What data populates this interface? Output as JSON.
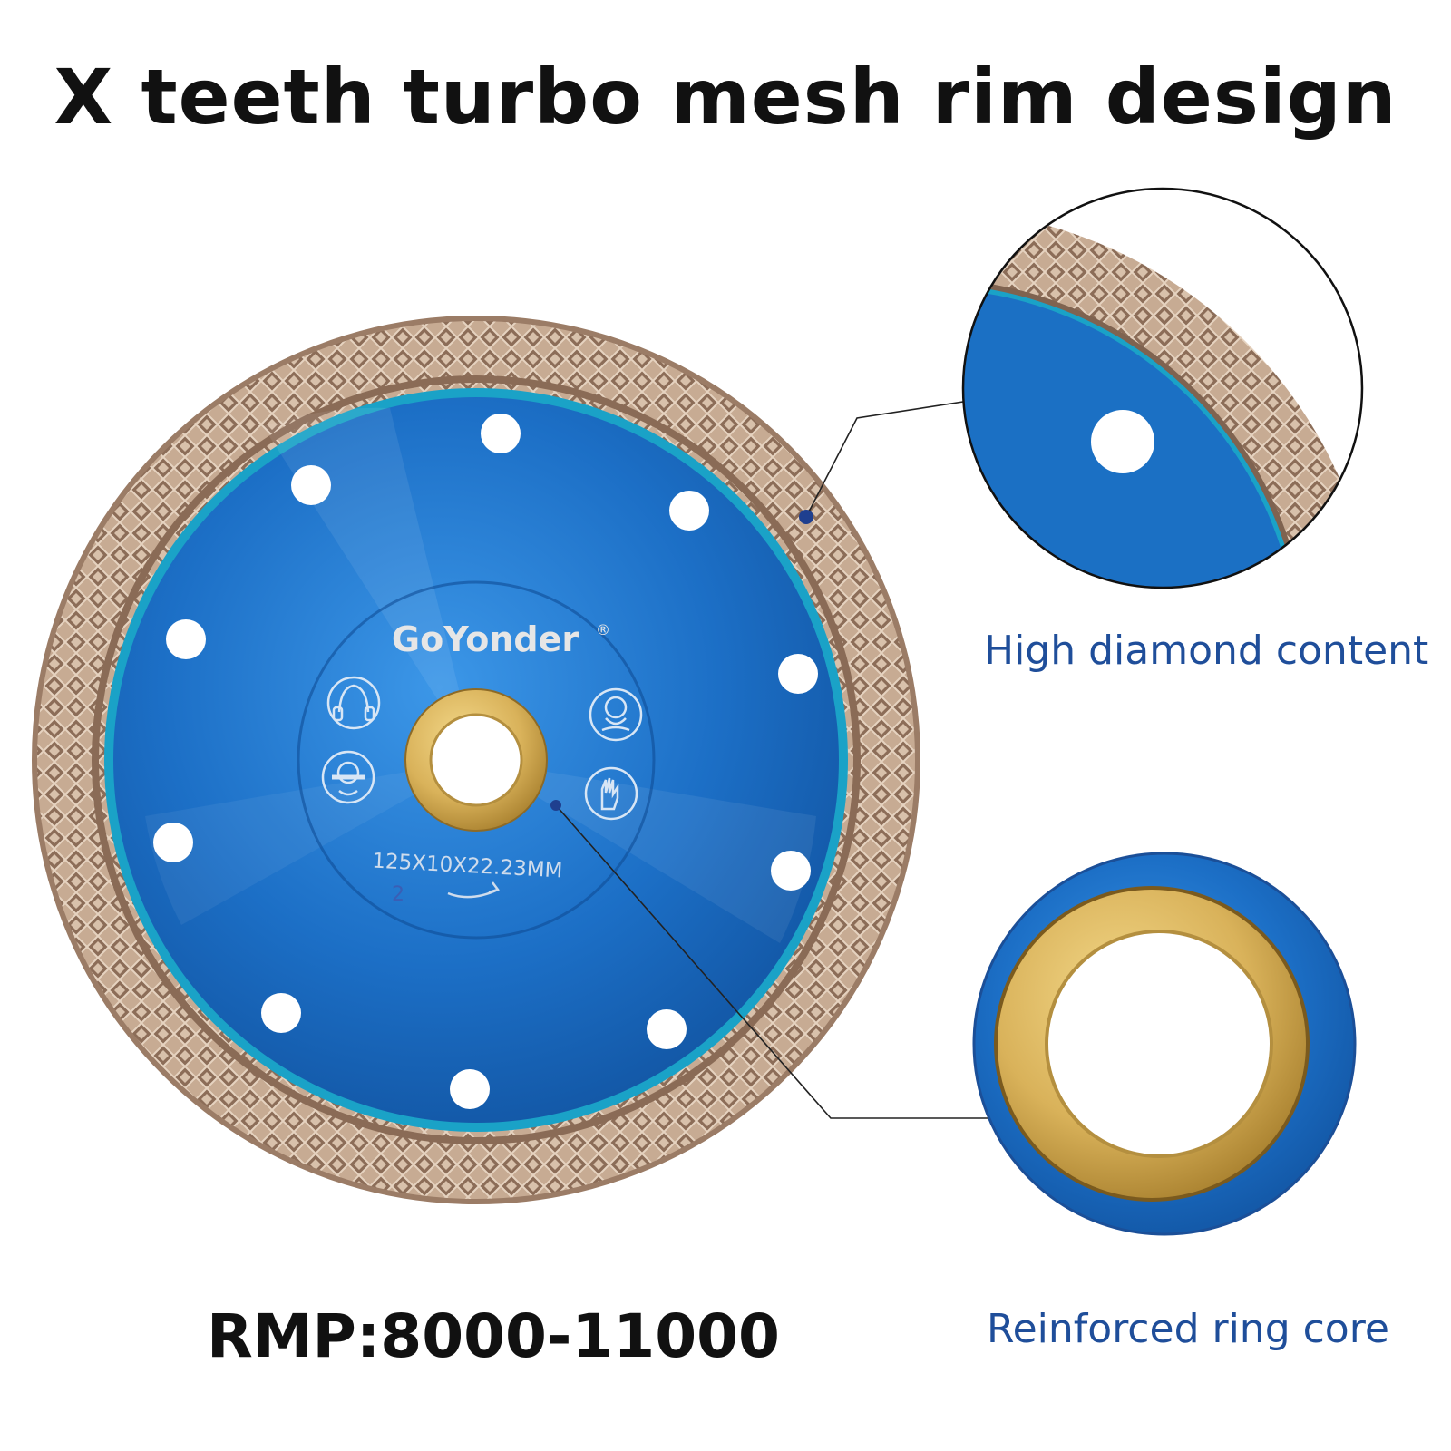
{
  "headline": "X teeth turbo mesh rim design",
  "rpm_label": "RMP:8000-11000",
  "callouts": {
    "diamond": "High diamond content",
    "ring": "Reinforced ring core"
  },
  "blade": {
    "brand": "GoYonder",
    "registered_mark": "®",
    "spec": "125X10X22.23MM",
    "marker": "2"
  },
  "colors": {
    "blade_blue": "#1a6fc4",
    "rim_bronze": "#b89a82",
    "ring_gold": "#d9b25a",
    "callout_text": "#1f4e9a",
    "leader_line": "#222222"
  }
}
